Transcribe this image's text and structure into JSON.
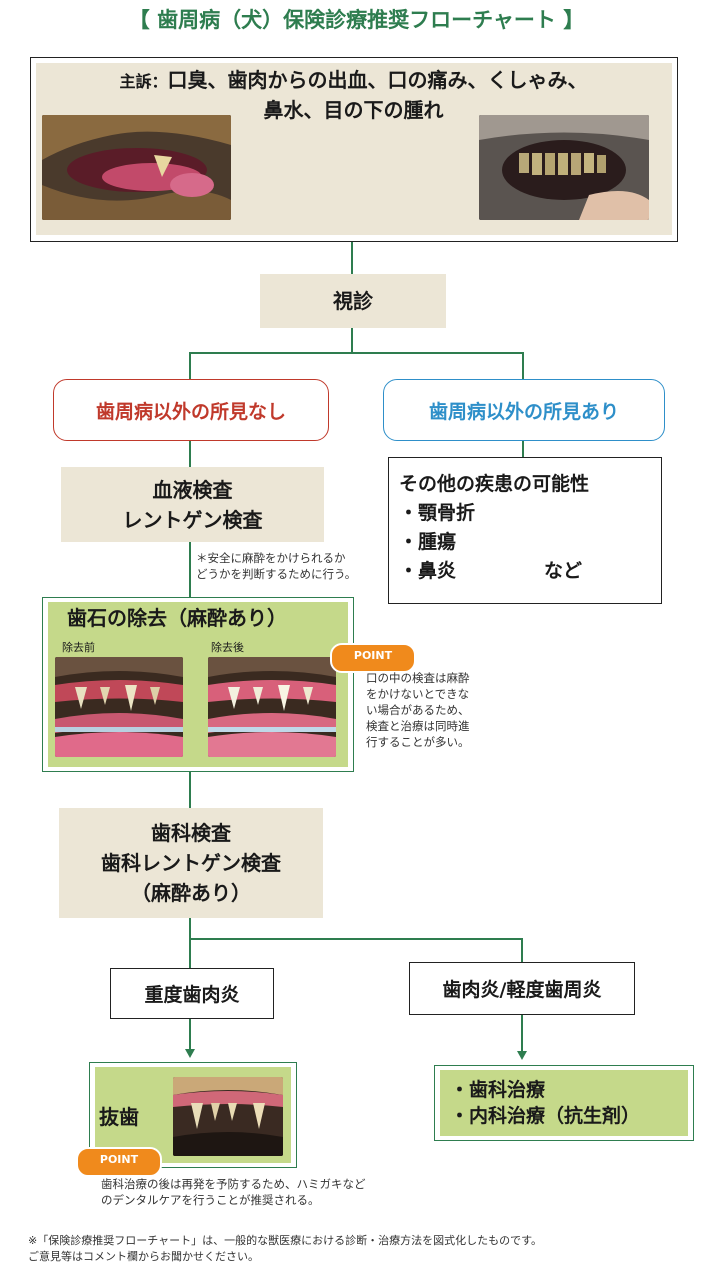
{
  "title": "【 歯周病（犬）保険診療推奨フローチャート 】",
  "complaint": {
    "label": "主訴：",
    "line1": "口臭、歯肉からの出血、口の痛み、くしゃみ、",
    "line2": "鼻水、目の下の腫れ"
  },
  "visual_exam": "視診",
  "branch_left": "歯周病以外の所見なし",
  "branch_right": "歯周病以外の所見あり",
  "blood_test": {
    "line1": "血液検査",
    "line2": "レントゲン検査"
  },
  "blood_note": {
    "line1": "＊安全に麻酔をかけられるか",
    "line2": "どうかを判断するために行う。"
  },
  "other_disease": {
    "heading": "その他の疾患の可能性",
    "items": [
      "・顎骨折",
      "・腫瘍",
      "・鼻炎"
    ],
    "etc": "など"
  },
  "scaling": {
    "title": "歯石の除去（麻酔あり）",
    "before": "除去前",
    "after": "除去後"
  },
  "point_label": "POINT",
  "point1": {
    "line1": "口の中の検査は麻酔",
    "line2": "をかけないとできな",
    "line3": "い場合があるため、",
    "line4": "検査と治療は同時進",
    "line5": "行することが多い。"
  },
  "dental_exam": {
    "line1": "歯科検査",
    "line2": "歯科レントゲン検査",
    "line3": "（麻酔あり）"
  },
  "severe": "重度歯肉炎",
  "mild": "歯肉炎/軽度歯周炎",
  "extraction": "抜歯",
  "treatment": {
    "line1": "・歯科治療",
    "line2": "・内科治療（抗生剤）"
  },
  "point2": {
    "line1": "歯科治療の後は再発を予防するため、ハミガキなど",
    "line2": "のデンタルケアを行うことが推奨される。"
  },
  "footnote": {
    "line1": "※「保険診療推奨フローチャート」は、一般的な獣医療における診断・治療方法を図式化したものです。",
    "line2": "ご意見等はコメント欄からお聞かせください。"
  },
  "colors": {
    "green_line": "#2e7d4f",
    "red": "#c0392b",
    "blue": "#2e8fc9",
    "orange": "#f08a1c",
    "beige": "#ece6d6",
    "green_fill": "#c5d98a"
  }
}
